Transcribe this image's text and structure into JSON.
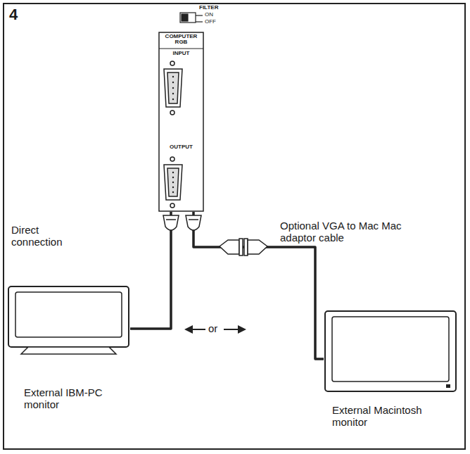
{
  "diagram": {
    "nodes": [
      {
        "text": [
          "COMPUTER RGB",
          "INPUT",
          "OUTPUT"
        ]
      },
      {
        "text": [
          "External IBM-PC monitor"
        ]
      },
      {
        "text": [
          "External Macintosh monitor"
        ]
      }
    ],
    "edges": [
      {
        "from": 0,
        "to": 1,
        "arrow": "none"
      },
      {
        "from": 0,
        "to": 2,
        "arrow": "none"
      }
    ],
    "labels": [
      "4",
      "FILTER",
      "ON",
      "OFF",
      "Direct connection",
      "Optional VGA to Mac Mac adaptor cable",
      "or"
    ]
  }
}
